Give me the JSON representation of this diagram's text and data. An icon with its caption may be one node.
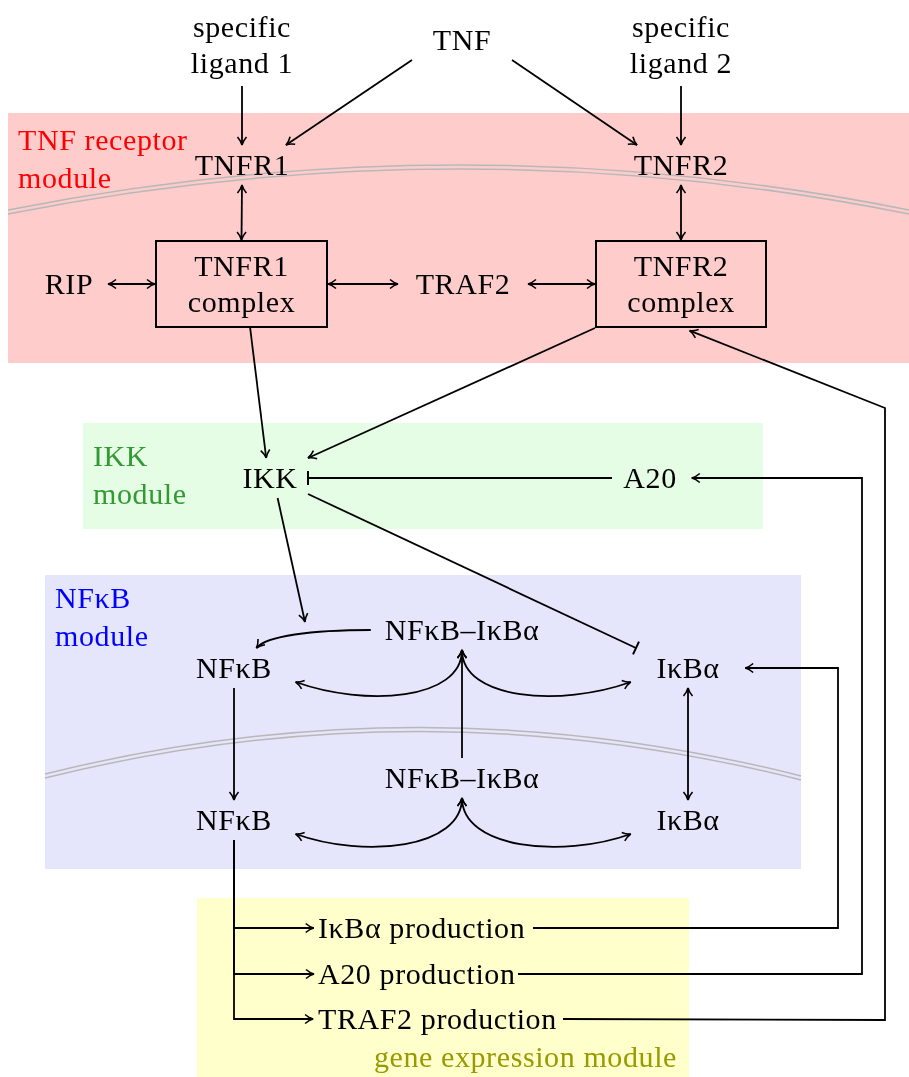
{
  "diagram": {
    "nodes": [
      {
        "text": [
          "specific ligand 1"
        ]
      },
      {
        "text": [
          "TNF"
        ]
      },
      {
        "text": [
          "specific ligand 2"
        ]
      },
      {
        "text": [
          "TNF receptor module"
        ]
      },
      {
        "text": [
          "TNFR1"
        ],
        "in": 3
      },
      {
        "text": [
          "TNFR2"
        ],
        "in": 3
      },
      {
        "text": [
          "RIP"
        ],
        "in": 3
      },
      {
        "text": [
          "TNFR1 complex"
        ],
        "in": 3
      },
      {
        "text": [
          "TRAF2"
        ],
        "in": 3
      },
      {
        "text": [
          "TNFR2 complex"
        ],
        "in": 3
      },
      {
        "text": [
          "IKK module"
        ]
      },
      {
        "text": [
          "IKK"
        ],
        "in": 10
      },
      {
        "text": [
          "A20"
        ],
        "in": 10
      },
      {
        "text": [
          "NFκB module"
        ]
      },
      {
        "text": [
          "NFκB–IκBα"
        ],
        "in": 13
      },
      {
        "text": [
          "NFκB"
        ],
        "in": 13
      },
      {
        "text": [
          "IκBα"
        ],
        "in": 13
      },
      {
        "text": [
          "NFκB–IκBα"
        ],
        "in": 13
      },
      {
        "text": [
          "NFκB"
        ],
        "in": 13
      },
      {
        "text": [
          "IκBα"
        ],
        "in": 13
      },
      {
        "text": [
          "gene expression module"
        ]
      },
      {
        "text": [
          "IκBα production"
        ],
        "in": 20
      },
      {
        "text": [
          "A20 production"
        ],
        "in": 20
      },
      {
        "text": [
          "TRAF2 production"
        ],
        "in": 20
      }
    ],
    "edges": [
      {
        "from": 0,
        "to": 4,
        "arrow": "to"
      },
      {
        "from": 1,
        "to": 4,
        "arrow": "to"
      },
      {
        "from": 1,
        "to": 5,
        "arrow": "to"
      },
      {
        "from": 2,
        "to": 5,
        "arrow": "to"
      },
      {
        "from": 4,
        "to": 7,
        "arrow": "both"
      },
      {
        "from": 5,
        "to": 9,
        "arrow": "both"
      },
      {
        "from": 6,
        "to": 7,
        "arrow": "both"
      },
      {
        "from": 7,
        "to": 8,
        "arrow": "both"
      },
      {
        "from": 8,
        "to": 9,
        "arrow": "both"
      },
      {
        "from": 7,
        "to": 11,
        "arrow": "to"
      },
      {
        "from": 9,
        "to": 11,
        "arrow": "to"
      },
      {
        "from": 12,
        "to": 11,
        "arrow": "other"
      },
      {
        "from": 11,
        "to": null,
        "arrow": "to"
      },
      {
        "from": 11,
        "to": 16,
        "arrow": "other"
      },
      {
        "from": 14,
        "to": 15,
        "arrow": "to"
      },
      {
        "from": 15,
        "to": 14,
        "arrow": "both"
      },
      {
        "from": 16,
        "to": 14,
        "arrow": "both"
      },
      {
        "from": 17,
        "to": 14,
        "arrow": "to"
      },
      {
        "from": 15,
        "to": 18,
        "arrow": "to"
      },
      {
        "from": 16,
        "to": 19,
        "arrow": "both"
      },
      {
        "from": 18,
        "to": 17,
        "arrow": "both"
      },
      {
        "from": 19,
        "to": 17,
        "arrow": "both"
      },
      {
        "from": 18,
        "to": 21,
        "arrow": "to"
      },
      {
        "from": 18,
        "to": 22,
        "arrow": "to"
      },
      {
        "from": 18,
        "to": 23,
        "arrow": "to"
      },
      {
        "from": 21,
        "to": 16,
        "arrow": "to"
      },
      {
        "from": 22,
        "to": 12,
        "arrow": "to"
      },
      {
        "from": 23,
        "to": 9,
        "arrow": "to"
      }
    ]
  }
}
